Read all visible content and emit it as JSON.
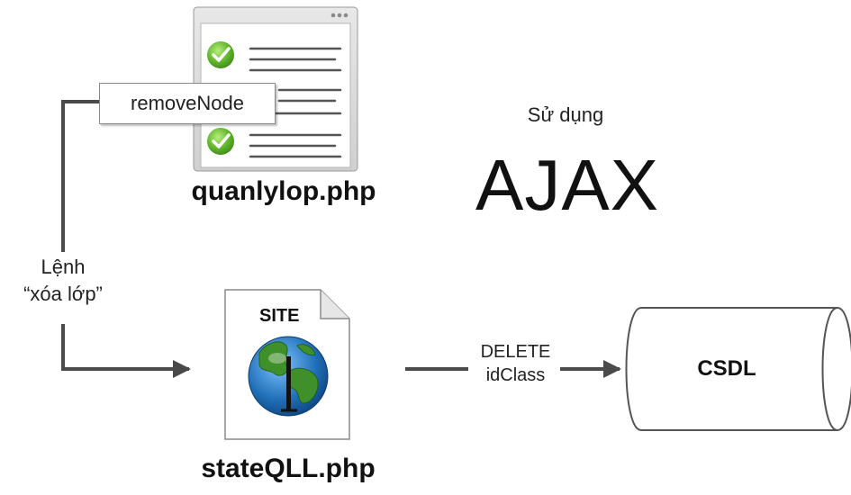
{
  "browser_window": {
    "filename": "quanlylop.php",
    "callout_label": "removeNode",
    "window_dots_icon": "window-dots-icon",
    "check_icon": "green-check-icon"
  },
  "side_command": {
    "line1": "Lệnh",
    "line2": "“xóa lớp”"
  },
  "header": {
    "subtitle": "Sử dụng",
    "title": "AJAX"
  },
  "site_document": {
    "badge": "SITE",
    "filename": "stateQLL.php",
    "icon": "globe-icon"
  },
  "db_arrow": {
    "line1": "DELETE",
    "line2": "idClass"
  },
  "database": {
    "label": "CSDL",
    "icon": "cylinder-icon"
  },
  "colors": {
    "connector": "#4a4a4a",
    "check_green": "#5cb82e",
    "globe_blue": "#1f6fb8",
    "globe_green": "#3f8f2a",
    "window_frame": "#d9d9d9"
  }
}
